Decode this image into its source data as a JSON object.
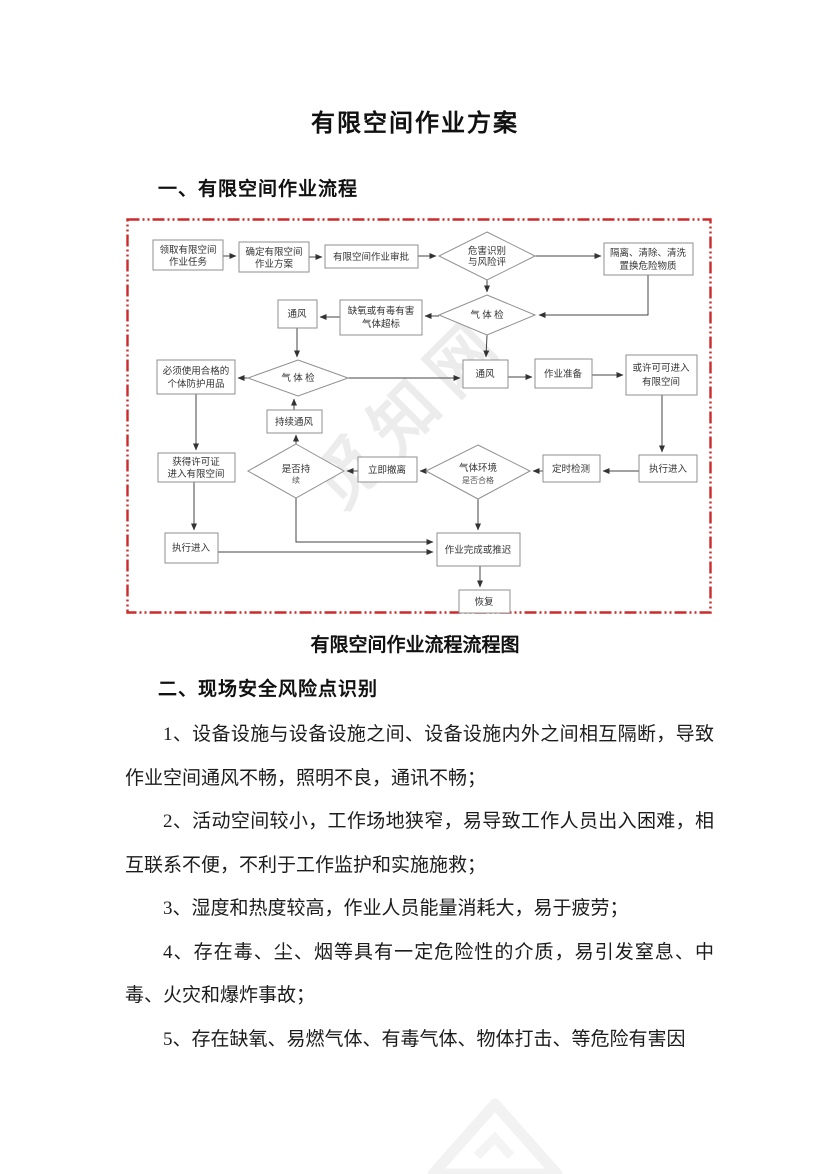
{
  "page": {
    "title": "有限空间作业方案",
    "section1_heading": "一、有限空间作业流程",
    "flowchart_caption": "有限空间作业流程流程图",
    "section2_heading": "二、现场安全风险点识别",
    "paragraphs": [
      "1、设备设施与设备设施之间、设备设施内外之间相互隔断，导致作业空间通风不畅，照明不良，通讯不畅；",
      "2、活动空间较小，工作场地狭窄，易导致工作人员出入困难，相互联系不便，不利于工作监护和实施施救；",
      "3、湿度和热度较高，作业人员能量消耗大，易于疲劳；",
      "4、存在毒、尘、烟等具有一定危险性的介质，易引发窒息、中毒、火灾和爆炸事故；",
      "5、存在缺氧、易燃气体、有毒气体、物体打击、等危险有害因"
    ],
    "watermark": "觅知网"
  },
  "flowchart": {
    "border_color": "#cc2b2b",
    "nodes": {
      "receive_task": {
        "lines": [
          "领取有限空间",
          "作业任务"
        ]
      },
      "define_plan": {
        "lines": [
          "确定有限空间",
          "作业方案"
        ]
      },
      "approval": {
        "lines": [
          "有限空间作业审批"
        ]
      },
      "hazard_assess": {
        "lines": [
          "危害识别",
          "与风险评"
        ]
      },
      "isolate_clean": {
        "lines": [
          "隔离、清除、清洗",
          "置换危险物质"
        ]
      },
      "ventilate_1": {
        "lines": [
          "通风"
        ]
      },
      "oxygen_excess": {
        "lines": [
          "缺氧或有毒有害",
          "气体超标"
        ]
      },
      "gas_check_1": {
        "lines": [
          "气 体 检"
        ]
      },
      "ppe_required": {
        "lines": [
          "必须使用合格的",
          "个体防护用品"
        ]
      },
      "gas_check_2": {
        "lines": [
          "气 体 检"
        ]
      },
      "ventilate_2": {
        "lines": [
          "通风"
        ]
      },
      "work_prep": {
        "lines": [
          "作业准备"
        ]
      },
      "permit_enter": {
        "lines": [
          "或许可可进入",
          "有限空间"
        ]
      },
      "continuous_vent": {
        "lines": [
          "持续通风"
        ]
      },
      "obtain_permit": {
        "lines": [
          "获得许可证",
          "进入有限空间"
        ]
      },
      "is_continuous": {
        "lines": [
          "是否持",
          "续"
        ]
      },
      "evacuate": {
        "lines": [
          "立即撤离"
        ]
      },
      "gas_env_ok": {
        "lines": [
          "气体环境",
          "是否合格"
        ]
      },
      "periodic_check": {
        "lines": [
          "定时检测"
        ]
      },
      "execute_enter_r": {
        "lines": [
          "执行进入"
        ]
      },
      "execute_enter_l": {
        "lines": [
          "执行进入"
        ]
      },
      "work_done": {
        "lines": [
          "作业完成或推迟"
        ]
      },
      "recover": {
        "lines": [
          "恢复"
        ]
      }
    }
  }
}
